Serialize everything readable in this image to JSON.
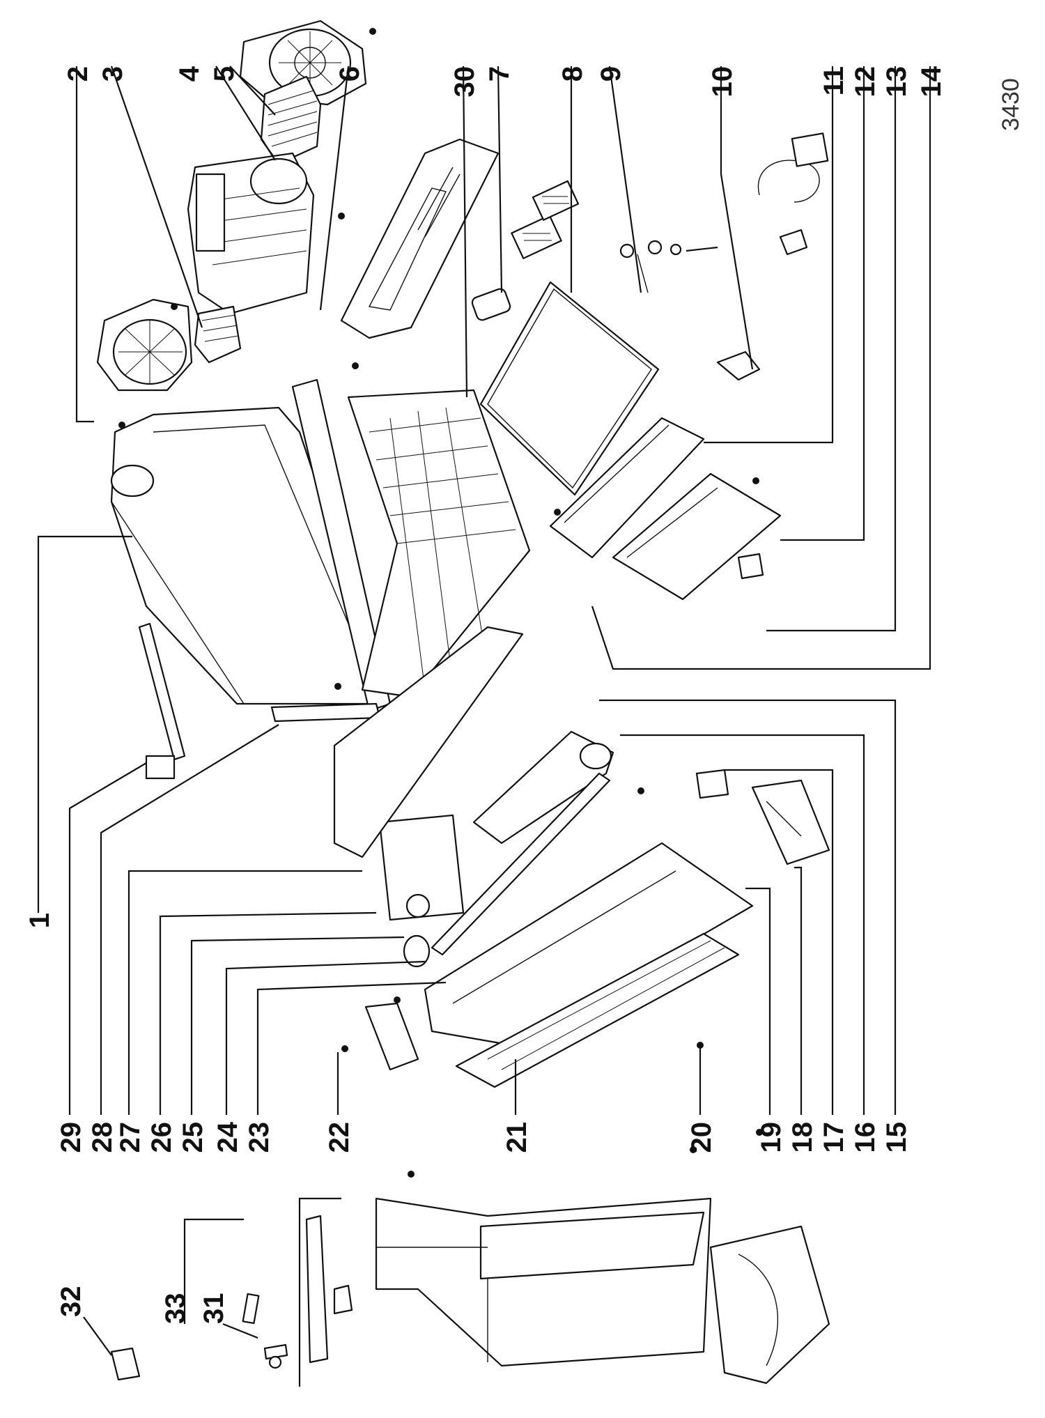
{
  "drawing_ref": "3430",
  "callouts": [
    "1",
    "2",
    "3",
    "4",
    "5",
    "6",
    "7",
    "8",
    "9",
    "10",
    "11",
    "12",
    "13",
    "14",
    "15",
    "16",
    "17",
    "18",
    "19",
    "20",
    "21",
    "22",
    "23",
    "24",
    "25",
    "26",
    "27",
    "28",
    "29",
    "30",
    "31",
    "32",
    "33"
  ]
}
